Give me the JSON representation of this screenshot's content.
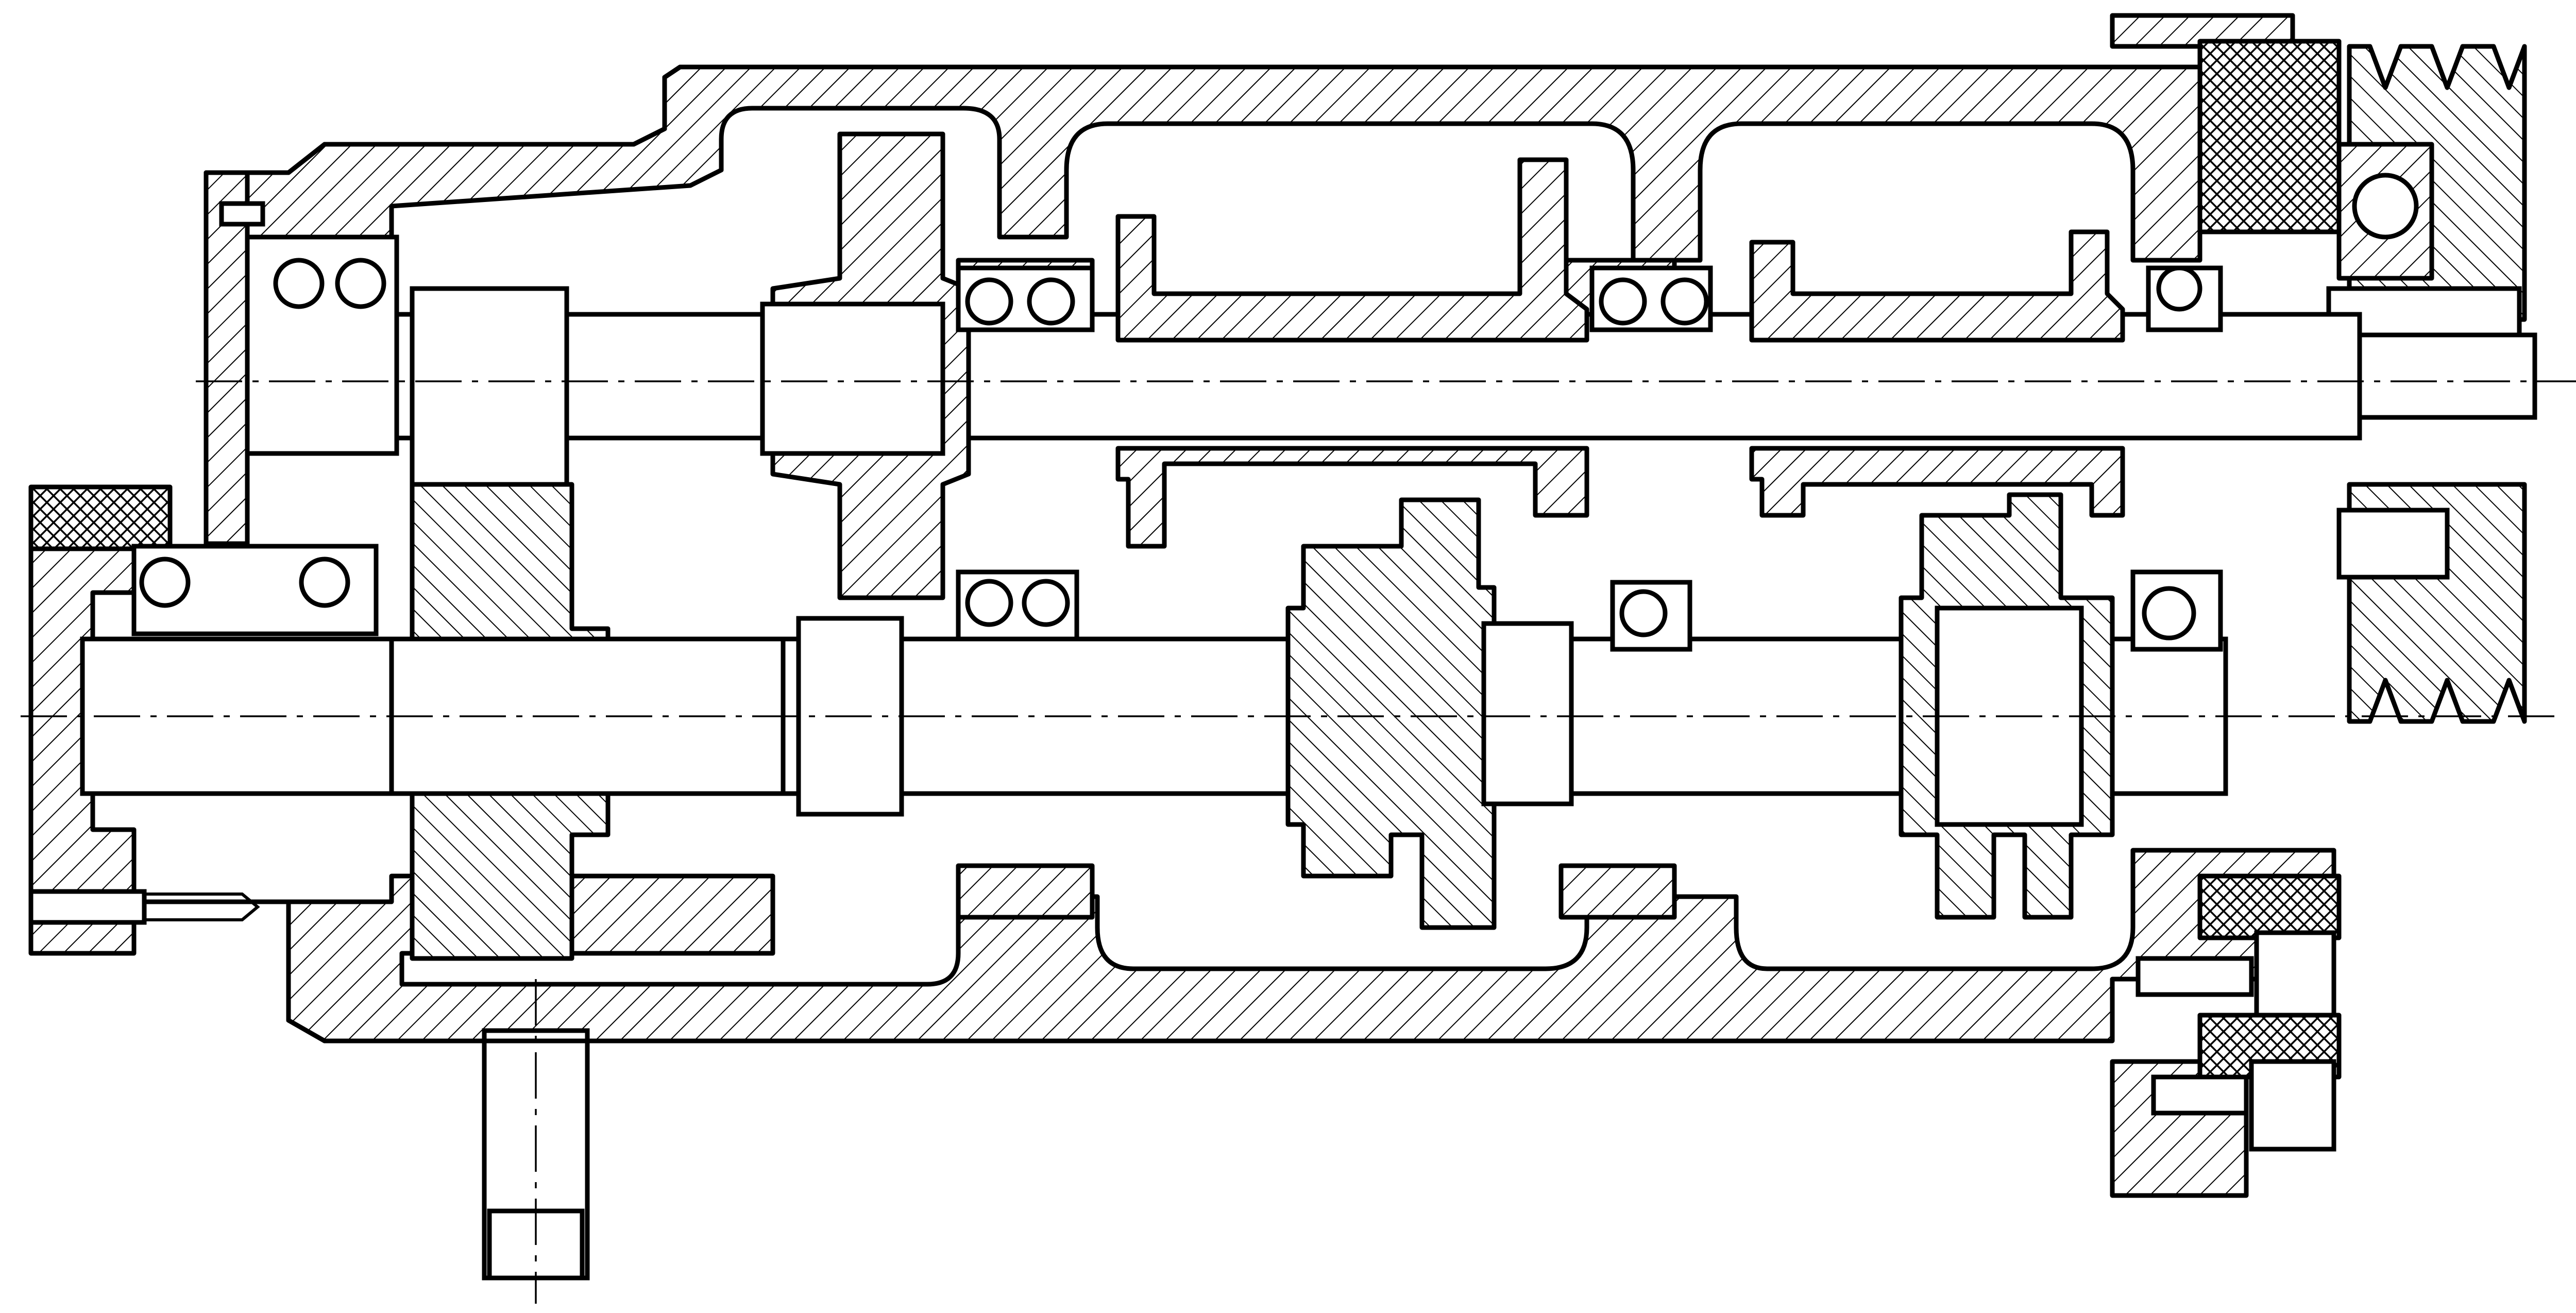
{
  "drawing": {
    "type": "mechanical cross-section",
    "colors": {
      "line": "#000000",
      "background": "#ffffff"
    },
    "hatch_patterns": [
      "diagonal-hatch",
      "cross-hatch"
    ]
  }
}
